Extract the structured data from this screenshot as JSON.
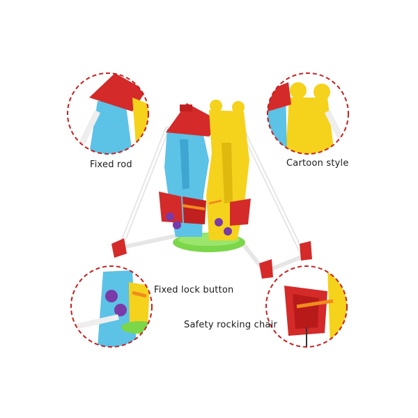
{
  "callouts": {
    "fixed_rod": "Fixed rod",
    "cartoon_style": "Cartoon style",
    "fixed_lock_button": "Fixed lock button",
    "safety_rocking_chair": "Safety rocking chair"
  },
  "colors": {
    "red": "#d42a2a",
    "blue": "#5cc2e6",
    "yellow": "#f5d21c",
    "green": "#7cd64a",
    "purple": "#7a3aa8",
    "frame": "#f2f2f2",
    "dashed_circle": "#c81e1e"
  }
}
